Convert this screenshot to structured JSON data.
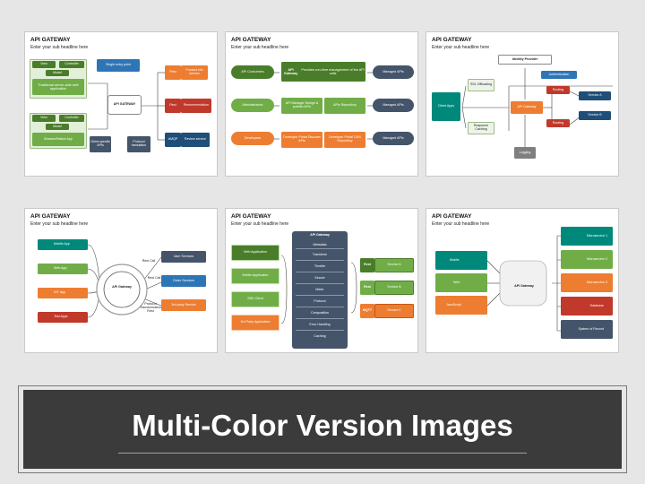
{
  "slides": [
    {
      "title": "API GATEWAY",
      "subtitle": "Enter your sub headline here"
    },
    {
      "title": "API GATEWAY",
      "subtitle": "Enter your sub headline here"
    },
    {
      "title": "API GATEWAY",
      "subtitle": "Enter your sub headline here"
    },
    {
      "title": "API GATEWAY",
      "subtitle": "Enter your sub headline here"
    },
    {
      "title": "API GATEWAY",
      "subtitle": "Enter your sub headline here"
    },
    {
      "title": "API GATEWAY",
      "subtitle": "Enter your sub headline here"
    }
  ],
  "s1": {
    "view": "View",
    "controller": "Controller",
    "model": "Model",
    "web_app": "Traditional server-side web application",
    "view2": "View",
    "controller2": "Controller",
    "model2": "Model",
    "mobile_app": "Browser/Native App",
    "single_entry": "Single entry point",
    "gateway": "API GATEWAY",
    "rest": "Rest",
    "product_info": "Product info service",
    "rest2": "Rest",
    "recommendation": "Recommendation",
    "amqp": "AMQP",
    "review": "Review service",
    "client_apis": "Client specific APIs",
    "protocol": "Protocol translation"
  },
  "s2": {
    "consumers": "API Consumers",
    "administrators": "Administrators",
    "developers": "Developers",
    "gateway_title": "API Gateway",
    "gateway_desc": "Provides run-time management of the API calls",
    "manager": "API Manager Design & publish APIs",
    "repository": "APIs Repository",
    "portal": "Developer Portal Discover APIs",
    "cms": "Developer Portal CMS Repository",
    "managed1": "Managed APIs",
    "managed2": "Managed APIs",
    "managed3": "Managed APIs"
  },
  "s3": {
    "identity": "Identity Provider",
    "authentication": "Authentication",
    "ssl": "SSL Offloading",
    "client_apps": "Client Apps",
    "gateway": "API Gateway",
    "routing1": "Routing",
    "routing2": "Routing",
    "service_a": "Service A",
    "service_b": "Service B",
    "caching": "Response Caching",
    "logging": "Logging"
  },
  "s4": {
    "mobile": "Mobile App",
    "web": "Web App",
    "iot": "IOT App",
    "test": "Test Apps",
    "gateway": "API Gateway",
    "rest1": "Rest Call",
    "rest2": "Rest Call",
    "protocol": "Protocol Transformation Rest",
    "user": "User Services",
    "order": "Order Services",
    "third": "3rd party Service"
  },
  "s5": {
    "web_app": "Web Application",
    "mobile_app": "Mobile Application",
    "sdk": "SDK Client",
    "third": "3rd Party Application",
    "gateway": "API Gateway",
    "features": [
      "Metadata",
      "Transform",
      "Throttle",
      "Secure",
      "Meter",
      "Protocol",
      "Composition",
      "Error Handling",
      "Caching"
    ],
    "rest1": "Rest",
    "service_a": "Service A",
    "rest2": "Rest",
    "service_b": "Service B",
    "mqtt": "MQTT",
    "service_c": "Service C"
  },
  "s6": {
    "mobile": "Mobile",
    "web": "Web",
    "javascript": "JavaScript",
    "gateway": "API Gateway",
    "ms1": "Microservice 1",
    "ms2": "Microservice 2",
    "ms3": "Microservice 3",
    "database": "Database",
    "system": "System of Record"
  },
  "banner": {
    "title": "Multi-Color Version Images"
  }
}
